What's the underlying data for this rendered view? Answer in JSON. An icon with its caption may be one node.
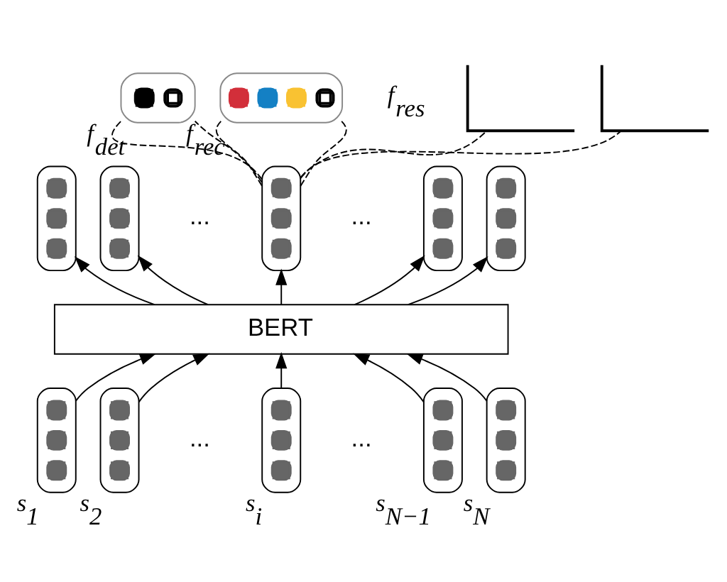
{
  "diagram": {
    "nodes": [
      {
        "text": [],
        "shape": "box",
        "beside": [
          "s$_{1}$"
        ]
      },
      {
        "text": [],
        "shape": "box",
        "beside": [
          "s$_{2}$"
        ]
      },
      {
        "text": [],
        "shape": "box",
        "beside": [
          "s$_{i}$"
        ]
      },
      {
        "text": [],
        "shape": "box",
        "beside": [
          "s$_{N−1}$"
        ]
      },
      {
        "text": [],
        "shape": "box",
        "beside": [
          "s$_{N}$"
        ]
      },
      {
        "text": [
          "BERT"
        ]
      },
      {
        "text": [],
        "shape": "box"
      },
      {
        "text": [],
        "shape": "box"
      },
      {
        "text": [],
        "shape": "box"
      },
      {
        "text": [],
        "shape": "box"
      },
      {
        "text": [],
        "shape": "box"
      },
      {
        "text": [],
        "shape": "picture",
        "beside": [
          "f$_{det}$"
        ]
      },
      {
        "text": [],
        "shape": "picture",
        "beside": [
          "f$_{rec}$"
        ]
      },
      {
        "text": [],
        "shape": "picture"
      },
      {
        "text": [],
        "shape": "picture"
      }
    ],
    "edges": [
      {
        "from": 0,
        "to": 5,
        "arrow": "to"
      },
      {
        "from": 1,
        "to": 5,
        "arrow": "to"
      },
      {
        "from": 2,
        "to": 5,
        "arrow": "to"
      },
      {
        "from": 3,
        "to": 5,
        "arrow": "to"
      },
      {
        "from": 4,
        "to": 5,
        "arrow": "to"
      },
      {
        "from": 5,
        "to": 6,
        "arrow": "to"
      },
      {
        "from": 5,
        "to": 7,
        "arrow": "to"
      },
      {
        "from": 5,
        "to": 8,
        "arrow": "to"
      },
      {
        "from": 5,
        "to": 9,
        "arrow": "to"
      },
      {
        "from": 5,
        "to": 10,
        "arrow": "to"
      },
      {
        "from": 8,
        "to": 11,
        "arrow": "none",
        "style": "dashed"
      },
      {
        "from": 8,
        "to": 11,
        "arrow": "none",
        "style": "dashed"
      },
      {
        "from": 8,
        "to": 12,
        "arrow": "none",
        "style": "dashed"
      },
      {
        "from": 8,
        "to": 12,
        "arrow": "none",
        "style": "dashed"
      },
      {
        "from": 8,
        "to": 13,
        "arrow": "none",
        "style": "dashed"
      },
      {
        "from": 8,
        "to": 14,
        "arrow": "none",
        "style": "dashed"
      }
    ],
    "labels": [
      "...",
      "...",
      "...",
      "...",
      "f$_{res}$"
    ]
  }
}
